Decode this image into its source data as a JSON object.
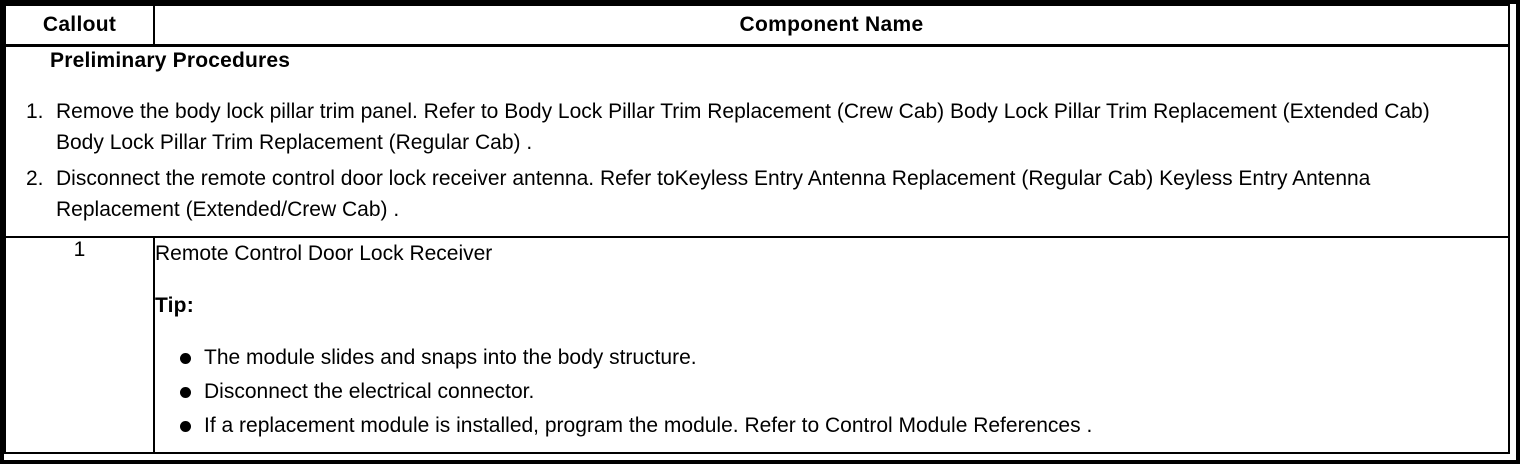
{
  "document": {
    "colors": {
      "border": "#000000",
      "text": "#000000",
      "background": "#ffffff"
    },
    "header": {
      "callout_label": "Callout",
      "component_label": "Component Name"
    },
    "preliminary": {
      "title": "Preliminary Procedures",
      "steps": [
        {
          "number": "1.",
          "text": "Remove the body lock pillar trim panel. Refer to Body Lock Pillar Trim Replacement (Crew Cab) Body Lock Pillar Trim Replacement (Extended Cab) Body Lock Pillar Trim Replacement (Regular Cab) ."
        },
        {
          "number": "2.",
          "text": "Disconnect the remote control door lock receiver antenna. Refer toKeyless Entry Antenna Replacement (Regular Cab) Keyless Entry Antenna Replacement (Extended/Crew Cab) ."
        }
      ]
    },
    "rows": [
      {
        "callout": "1",
        "component_name": "Remote Control Door Lock Receiver",
        "tip_label": "Tip:",
        "tips": [
          "The module slides and snaps into the body structure.",
          "Disconnect the electrical connector.",
          "If a replacement module is installed, program the module. Refer to Control Module References ."
        ]
      }
    ]
  }
}
